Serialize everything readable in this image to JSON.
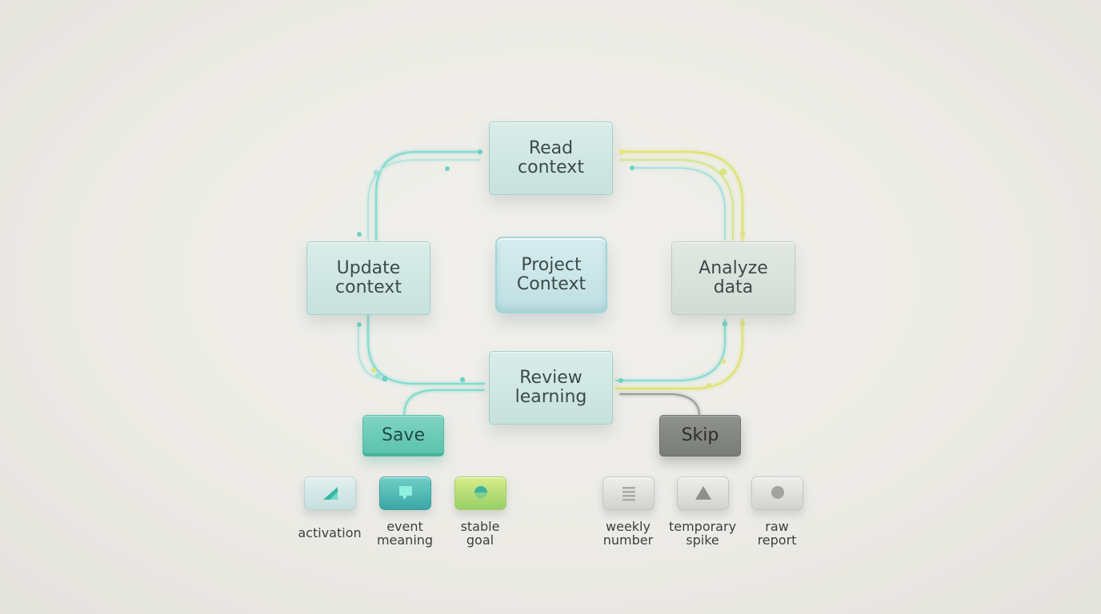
{
  "nodes": {
    "read": "Read\ncontext",
    "update": "Update\ncontext",
    "center": "Project\nContext",
    "analyze": "Analyze\ndata",
    "review": "Review\nlearning",
    "save": "Save",
    "skip": "Skip"
  },
  "save_items": [
    {
      "label": "activation",
      "icon": "triangle-icon"
    },
    {
      "label": "event\nmeaning",
      "icon": "speech-bubble-icon"
    },
    {
      "label": "stable\ngoal",
      "icon": "circle-icon"
    }
  ],
  "skip_items": [
    {
      "label": "weekly\nnumber",
      "icon": "lines-icon"
    },
    {
      "label": "temporary\nspike",
      "icon": "triangle-icon"
    },
    {
      "label": "raw\nreport",
      "icon": "circle-icon"
    }
  ],
  "colors": {
    "teal": "#7fd8cc",
    "yellow": "#dfe37a",
    "gray": "#9a9c99",
    "save": "#59c2ad",
    "skip": "#7a7c79"
  }
}
